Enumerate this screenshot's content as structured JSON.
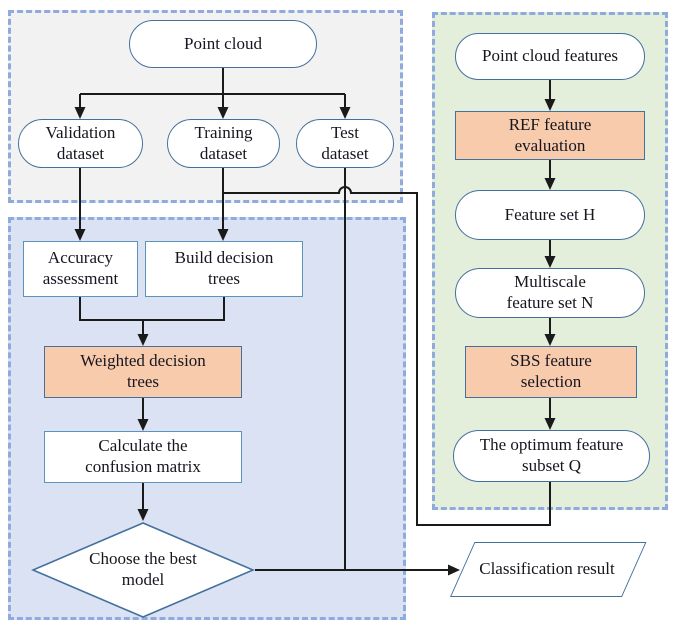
{
  "diagram": {
    "title": "Point cloud classification workflow flowchart",
    "regions": {
      "dataset_region": {
        "fill": "#f2f2f2",
        "border": "#8faadc"
      },
      "model_region": {
        "fill": "#dbe2f3",
        "border": "#8faadc"
      },
      "feature_region": {
        "fill": "#e3efda",
        "border": "#8faadc"
      }
    },
    "colors": {
      "node_border_blue": "#44709d",
      "rect_border_blue": "#5b93bd",
      "highlight_orange": "#f8cbad",
      "connector_black": "#1a1a1a",
      "text": "#16161f"
    }
  },
  "nodes": {
    "point_cloud": {
      "label": "Point cloud",
      "shape": "stadium"
    },
    "validation_dataset": {
      "label": "Validation\ndataset",
      "shape": "stadium"
    },
    "training_dataset": {
      "label": "Training\ndataset",
      "shape": "stadium"
    },
    "test_dataset": {
      "label": "Test\ndataset",
      "shape": "stadium"
    },
    "accuracy_assessment": {
      "label": "Accuracy\nassessment",
      "shape": "rect"
    },
    "build_decision_trees": {
      "label": "Build decision\ntrees",
      "shape": "rect"
    },
    "weighted_decision_trees": {
      "label": "Weighted decision\ntrees",
      "shape": "rect-orange"
    },
    "calculate_confusion_matrix": {
      "label": "Calculate the\nconfusion matrix",
      "shape": "rect"
    },
    "choose_best_model": {
      "label": "Choose the best\nmodel",
      "shape": "diamond"
    },
    "classification_result": {
      "label": "Classification result",
      "shape": "parallelogram"
    },
    "point_cloud_features": {
      "label": "Point cloud features",
      "shape": "stadium"
    },
    "ref_feature_evaluation": {
      "label": "REF feature\nevaluation",
      "shape": "rect-orange"
    },
    "feature_set_h": {
      "label": "Feature set H",
      "shape": "stadium"
    },
    "multiscale_feature_set_n": {
      "label": "Multiscale\nfeature set N",
      "shape": "stadium"
    },
    "sbs_feature_selection": {
      "label": "SBS feature\nselection",
      "shape": "rect-orange"
    },
    "optimum_feature_subset_q": {
      "label": "The optimum feature\nsubset Q",
      "shape": "stadium"
    }
  },
  "edges": [
    "point_cloud -> validation_dataset",
    "point_cloud -> training_dataset",
    "point_cloud -> test_dataset",
    "validation_dataset -> accuracy_assessment",
    "training_dataset -> build_decision_trees",
    "optimum_feature_subset_q -> training line (merge, hop over test line)",
    "test_dataset -> classification_result (via bottom line)",
    "accuracy_assessment + build_decision_trees -> weighted_decision_trees",
    "weighted_decision_trees -> calculate_confusion_matrix",
    "calculate_confusion_matrix -> choose_best_model",
    "choose_best_model -> classification_result",
    "point_cloud_features -> ref_feature_evaluation",
    "ref_feature_evaluation -> feature_set_h",
    "feature_set_h -> multiscale_feature_set_n",
    "multiscale_feature_set_n -> sbs_feature_selection",
    "sbs_feature_selection -> optimum_feature_subset_q"
  ]
}
